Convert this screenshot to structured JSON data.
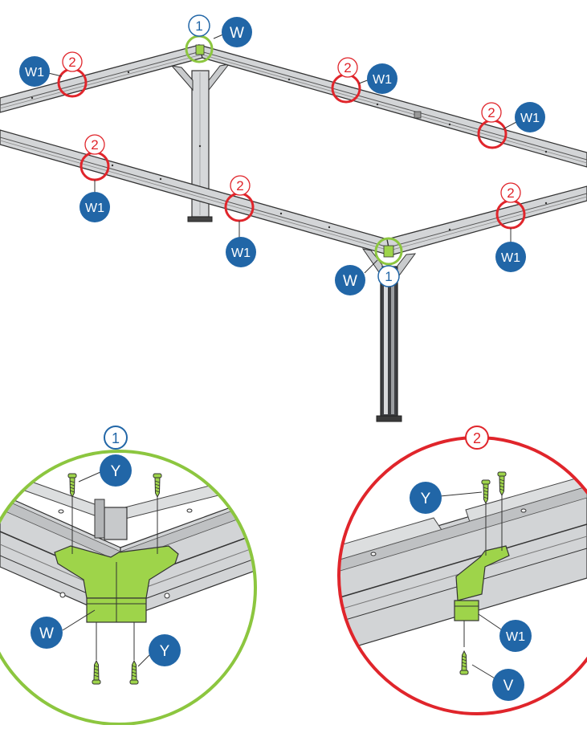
{
  "colors": {
    "callout_blue": "#2166a7",
    "detail1_green": "#8cc63f",
    "detail2_red": "#e0252b",
    "part_green": "#9ed44a",
    "steel": "#d3d5d7",
    "steel_dark": "#3c3d40"
  },
  "detail_markers": {
    "one": "1",
    "two": "2"
  },
  "parts": {
    "w": "W",
    "w1": "W1",
    "y": "Y",
    "v": "V"
  }
}
